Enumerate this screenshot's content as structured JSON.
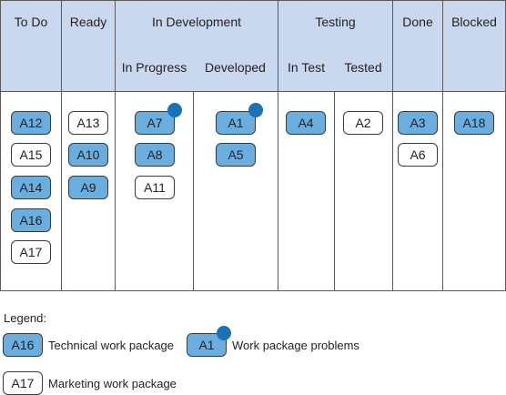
{
  "headers": {
    "todo": "To Do",
    "ready": "Ready",
    "in_development": "In Development",
    "in_progress": "In Progress",
    "developed": "Developed",
    "testing": "Testing",
    "in_test": "In Test",
    "tested": "Tested",
    "done": "Done",
    "blocked": "Blocked"
  },
  "cards": {
    "todo": [
      "A12",
      "A15",
      "A14",
      "A16",
      "A17"
    ],
    "ready": [
      "A13",
      "A10",
      "A9"
    ],
    "in_progress": [
      "A7",
      "A8",
      "A11"
    ],
    "developed": [
      "A1",
      "A5"
    ],
    "in_test": [
      "A4"
    ],
    "tested": [
      "A2"
    ],
    "done": [
      "A3",
      "A6"
    ],
    "blocked": [
      "A18"
    ]
  },
  "legend": {
    "title": "Legend:",
    "technical_sample": "A16",
    "technical_label": "Technical work package",
    "problem_sample": "A1",
    "problem_label": "Work package problems",
    "marketing_sample": "A17",
    "marketing_label": "Marketing work package"
  },
  "colors": {
    "header_fill": "#c9d8ef",
    "technical_fill": "#6aaee0",
    "problem_dot": "#1a72b8"
  }
}
